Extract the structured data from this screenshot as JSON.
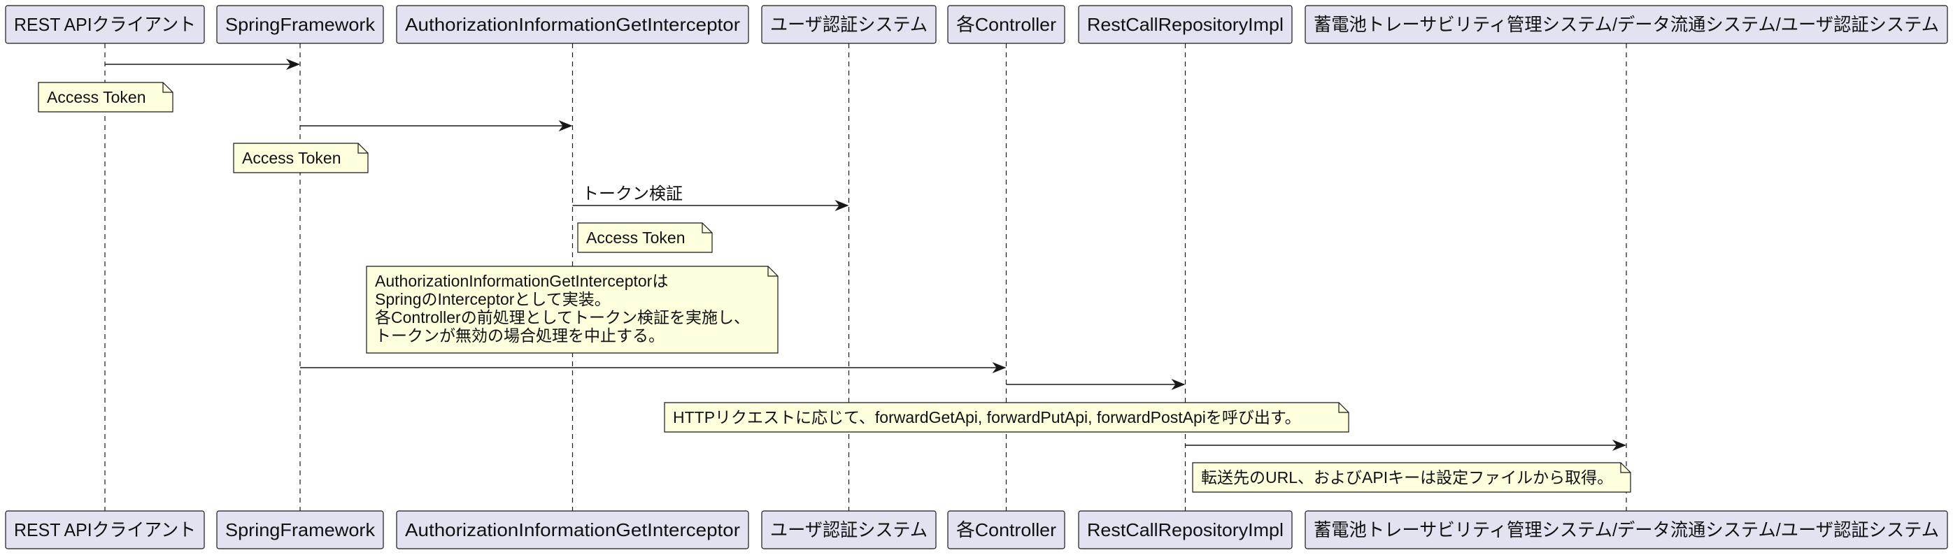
{
  "participants": [
    {
      "id": "client",
      "label": "REST APIクライアント"
    },
    {
      "id": "spring",
      "label": "SpringFramework"
    },
    {
      "id": "interceptor",
      "label": "AuthorizationInformationGetInterceptor"
    },
    {
      "id": "userauth",
      "label": "ユーザ認証システム"
    },
    {
      "id": "controller",
      "label": "各Controller"
    },
    {
      "id": "restcall",
      "label": "RestCallRepositoryImpl"
    },
    {
      "id": "external",
      "label": "蓄電池トレーサビリティ管理システム/データ流通システム/ユーザ認証システム"
    }
  ],
  "messages": [
    {
      "from": "client",
      "to": "spring",
      "label": ""
    },
    {
      "from": "spring",
      "to": "interceptor",
      "label": ""
    },
    {
      "from": "interceptor",
      "to": "userauth",
      "label": "トークン検証"
    },
    {
      "from": "spring",
      "to": "controller",
      "label": ""
    },
    {
      "from": "controller",
      "to": "restcall",
      "label": ""
    },
    {
      "from": "restcall",
      "to": "external",
      "label": ""
    }
  ],
  "notes": [
    {
      "lines": [
        "Access Token"
      ]
    },
    {
      "lines": [
        "Access Token"
      ]
    },
    {
      "lines": [
        "Access Token"
      ]
    },
    {
      "lines": [
        "AuthorizationInformationGetInterceptorは",
        "SpringのInterceptorとして実装。",
        "各Controllerの前処理としてトークン検証を実施し、",
        "トークンが無効の場合処理を中止する。"
      ]
    },
    {
      "lines": [
        "HTTPリクエストに応じて、forwardGetApi, forwardPutApi, forwardPostApiを呼び出す。"
      ]
    },
    {
      "lines": [
        "転送先のURL、およびAPIキーは設定ファイルから取得。"
      ]
    }
  ],
  "colors": {
    "participant_fill": "#E2E2F0",
    "participant_stroke": "#181818",
    "note_fill": "#FEFFDD",
    "note_stroke": "#181818",
    "lifeline": "#181818",
    "arrow": "#181818"
  }
}
